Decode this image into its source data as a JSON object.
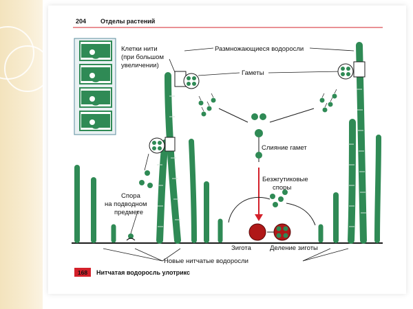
{
  "page": {
    "number": "204",
    "header": "Отделы растений"
  },
  "figure": {
    "number": "168",
    "caption": "Нитчатая водоросль улотрикс"
  },
  "labels": {
    "cells_1": "Клетки нити",
    "cells_2": "(при большом",
    "cells_3": "увеличении)",
    "reproducing": "Размножающиеся водоросли",
    "gametes": "Гаметы",
    "fusion": "Слияние гамет",
    "flagless_1": "Безжгутиковые",
    "flagless_2": "споры",
    "spore_1": "Спора",
    "spore_2": "на подводном",
    "spore_3": "предмете",
    "zygote": "Зигота",
    "division": "Деление зиготы",
    "new_algae": "Новые нитчатые водоросли"
  },
  "colors": {
    "accent": "#d3202a",
    "cell": "#2f8a55",
    "zygote": "#b01818",
    "line": "#1a1a1a"
  }
}
